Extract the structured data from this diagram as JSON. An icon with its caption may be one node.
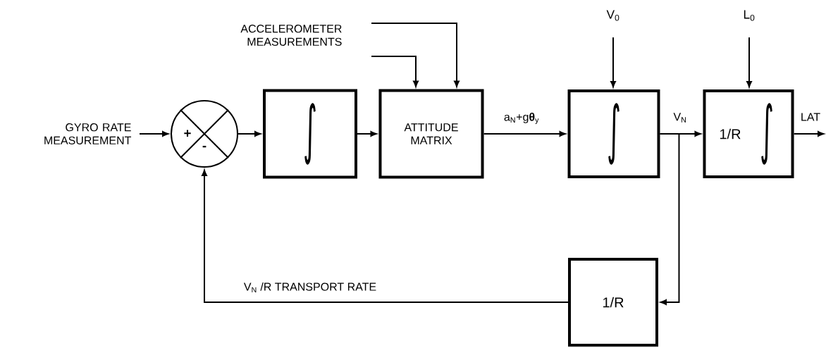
{
  "diagram": {
    "nodes": [
      {
        "text": [
          "GYRO RATE MEASUREMENT"
        ]
      },
      {
        "text": [
          "+",
          "-"
        ]
      },
      {
        "text": [
          "∫"
        ]
      },
      {
        "text": [
          "ATTITUDE MATRIX"
        ]
      },
      {
        "text": [
          "ACCELEROMETER MEASUREMENTS"
        ]
      },
      {
        "text": [
          "∫"
        ]
      },
      {
        "text": [
          "V$_{0}$"
        ]
      },
      {
        "text": [
          "1/R",
          "∫"
        ]
      },
      {
        "text": [
          "L$_{0}$"
        ]
      },
      {
        "text": [
          "1/R"
        ]
      }
    ],
    "edges": [
      {
        "from": 0,
        "to": 1,
        "arrow": "to"
      },
      {
        "from": 1,
        "to": 2,
        "arrow": "to"
      },
      {
        "from": 2,
        "to": 3,
        "arrow": "to"
      },
      {
        "from": 4,
        "to": 3,
        "arrow": "to"
      },
      {
        "from": 4,
        "to": 3,
        "arrow": "to"
      },
      {
        "from": 3,
        "to": 5,
        "arrow": "to",
        "label": "a$_{N}$+g**θ**$_{y}$"
      },
      {
        "from": 6,
        "to": 5,
        "arrow": "to"
      },
      {
        "from": 5,
        "to": 7,
        "arrow": "to",
        "label": "V$_{N}$"
      },
      {
        "from": 8,
        "to": 7,
        "arrow": "to"
      },
      {
        "from": 7,
        "to": null,
        "arrow": "to",
        "label": "LAT"
      },
      {
        "from": 5,
        "to": 9,
        "arrow": "to"
      },
      {
        "from": 9,
        "to": 1,
        "arrow": "to",
        "label": "V$_{N}$ /R TRANSPORT RATE"
      }
    ]
  }
}
